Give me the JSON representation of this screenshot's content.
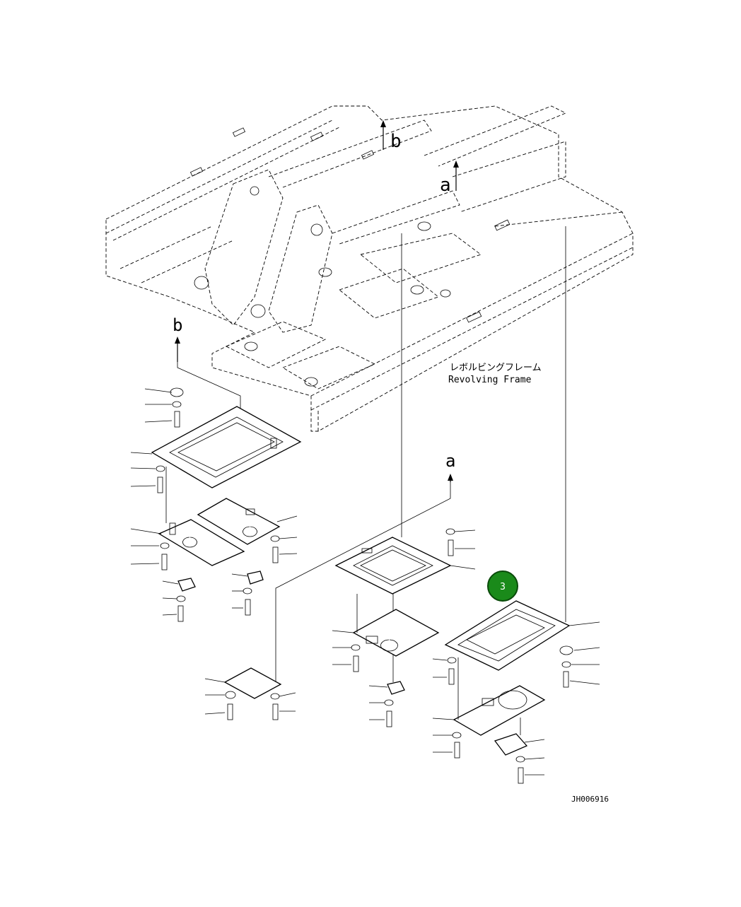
{
  "labels": {
    "frame_jp": "レボルビングフレーム",
    "frame_en": "Revolving Frame",
    "ref_a": "a",
    "ref_b": "b",
    "drawing_id": "JH006916"
  },
  "callout": {
    "number": "3",
    "color": "#1a8a1a"
  }
}
